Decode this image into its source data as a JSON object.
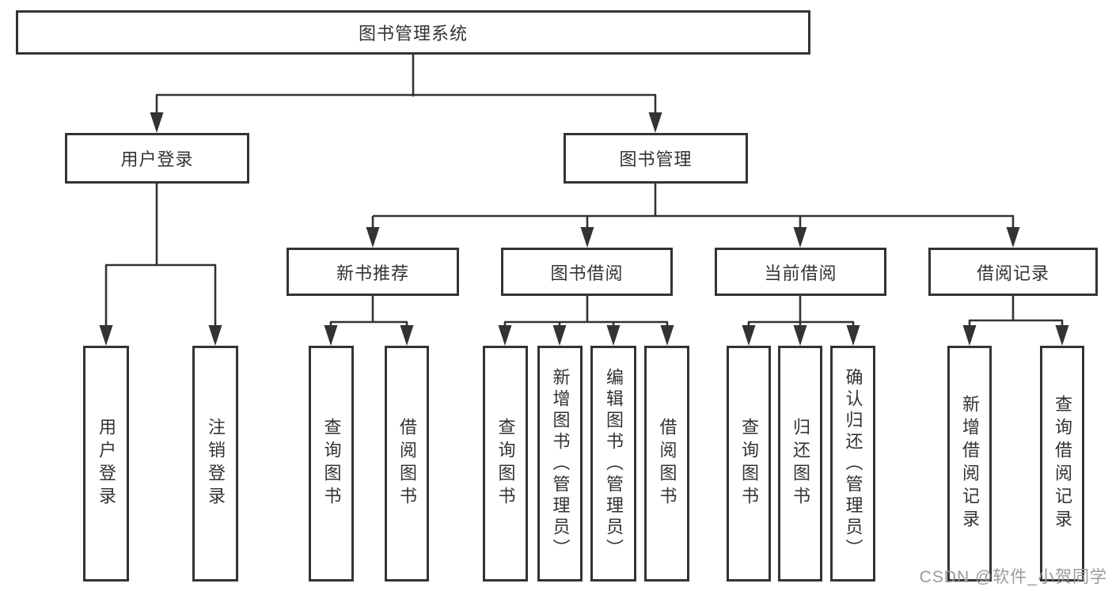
{
  "meta": {
    "background_color": "#ffffff",
    "line_color": "#333333",
    "box_border_color": "#333333",
    "text_color": "#333333",
    "watermark_color": "#9a9a9a"
  },
  "tree": {
    "label": "图书管理系统",
    "children": [
      {
        "label": "用户登录",
        "children": [
          {
            "label": "用户登录"
          },
          {
            "label": "注销登录"
          }
        ]
      },
      {
        "label": "图书管理",
        "children": [
          {
            "label": "新书推荐",
            "children": [
              {
                "label": "查询图书"
              },
              {
                "label": "借阅图书"
              }
            ]
          },
          {
            "label": "图书借阅",
            "children": [
              {
                "label": "查询图书"
              },
              {
                "label": "新增图书（管理员）"
              },
              {
                "label": "编辑图书（管理员）"
              },
              {
                "label": "借阅图书"
              }
            ]
          },
          {
            "label": "当前借阅",
            "children": [
              {
                "label": "查询图书"
              },
              {
                "label": "归还图书"
              },
              {
                "label": "确认归还（管理员）"
              }
            ]
          },
          {
            "label": "借阅记录",
            "children": [
              {
                "label": "新增借阅记录"
              },
              {
                "label": "查询借阅记录"
              }
            ]
          }
        ]
      }
    ]
  },
  "watermark": {
    "text": "CSDN @软件_小贺同学"
  }
}
